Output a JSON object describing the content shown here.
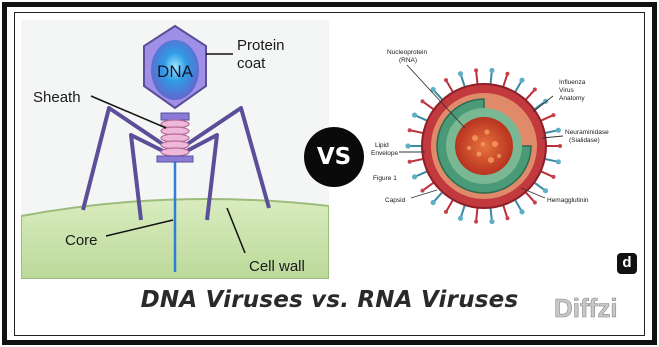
{
  "title": "DNA Viruses vs. RNA Viruses",
  "vs_label": "VS",
  "brand": "Diffzi",
  "brand_mark": "d",
  "dna_virus": {
    "capsid_label": "DNA",
    "labels": {
      "protein_coat_line1": "Protein",
      "protein_coat_line2": "coat",
      "sheath": "Sheath",
      "core": "Core",
      "cell_wall": "Cell wall"
    }
  },
  "rna_virus": {
    "labels": {
      "nucleoprotein_line1": "Nucleoprotein",
      "nucleoprotein_line2": "(RNA)",
      "influenza_line1": "Influenza",
      "influenza_line2": "Virus",
      "influenza_line3": "Anatomy",
      "lipid_line1": "Lipid",
      "lipid_line2": "Envelope",
      "neuraminidase_line1": "Neuraminidase",
      "neuraminidase_line2": "(Sialidase)",
      "figure": "Figure 1",
      "capsid": "Capsid",
      "hemagglutinin": "Hemagglutinin"
    }
  },
  "colors": {
    "capsid_blue": "#2f7fd6",
    "capsid_purple": "#8a7ad8",
    "sheath_pink": "#e3a0c8",
    "cell_green": "#cfe6b3",
    "envelope_red": "#b8303a",
    "core_orange": "#d24a2a",
    "shell_green": "#4a9a78"
  }
}
